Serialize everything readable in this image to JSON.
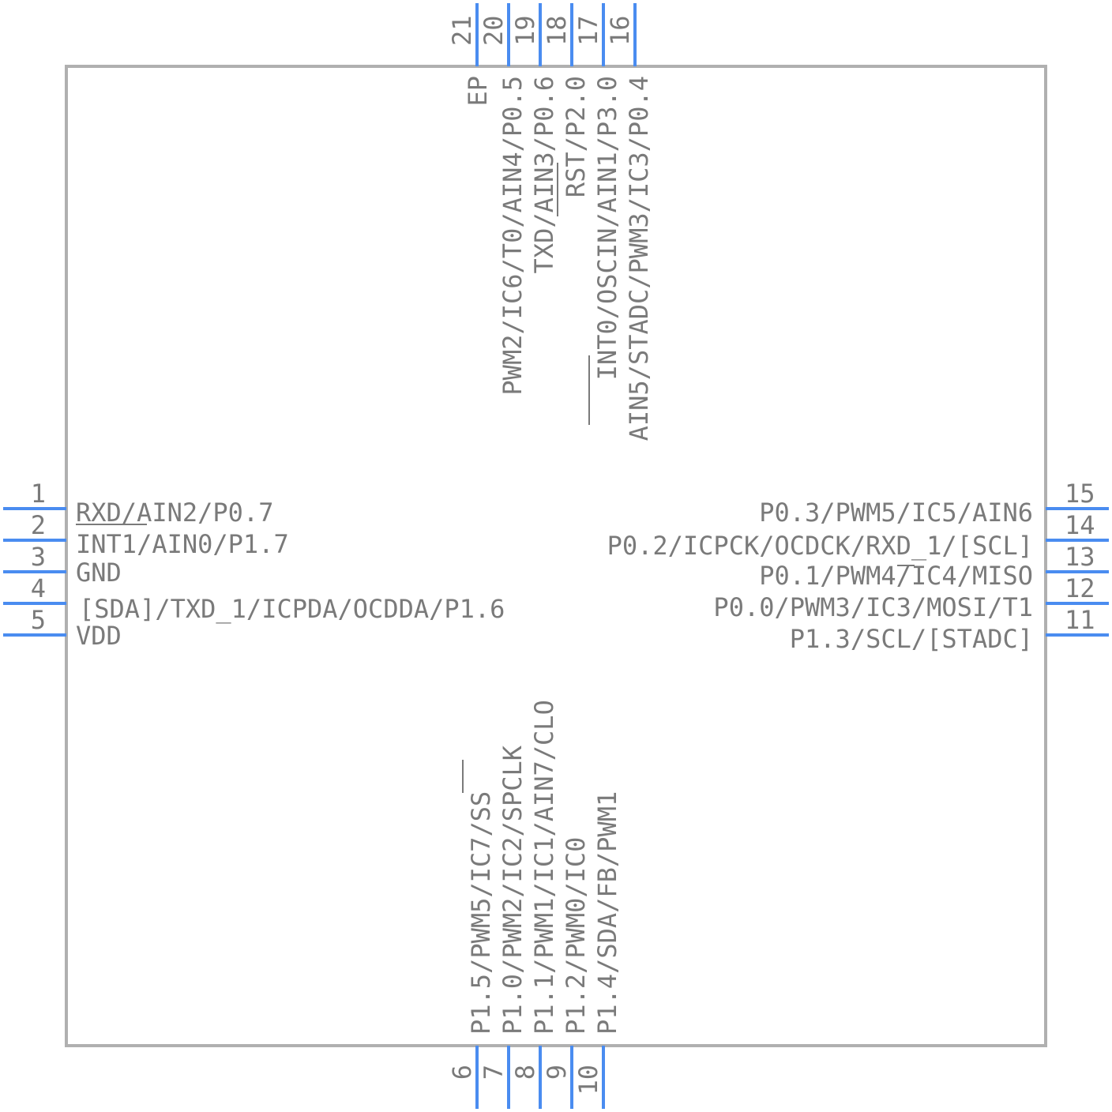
{
  "colors": {
    "pin": "#4a8cf0",
    "text": "#7a7a7a",
    "outline": "#b0b0b0"
  },
  "pins": {
    "left": [
      {
        "num": "1",
        "label": "RXD/AIN2/P0.7"
      },
      {
        "num": "2",
        "label": "INT1/AIN0/P1.7"
      },
      {
        "num": "3",
        "label": "GND"
      },
      {
        "num": "4",
        "label": "[SDA]/TXD_1/ICPDA/OCDDA/P1.6"
      },
      {
        "num": "5",
        "label": "VDD"
      }
    ],
    "right": [
      {
        "num": "15",
        "label": "P0.3/PWM5/IC5/AIN6"
      },
      {
        "num": "14",
        "label": "P0.2/ICPCK/OCDCK/RXD_1/[SCL]"
      },
      {
        "num": "13",
        "label": "P0.1/PWM4/IC4/MISO"
      },
      {
        "num": "12",
        "label": "P0.0/PWM3/IC3/MOSI/T1"
      },
      {
        "num": "11",
        "label": "P1.3/SCL/[STADC]"
      }
    ],
    "top": [
      {
        "num": "21",
        "label": "EP"
      },
      {
        "num": "20",
        "label": "PWM2/IC6/T0/AIN4/P0.5"
      },
      {
        "num": "19",
        "label": "TXD/AIN3/P0.6"
      },
      {
        "num": "18",
        "label": "RST/P2.0"
      },
      {
        "num": "17",
        "label": "INT0/OSCIN/AIN1/P3.0"
      },
      {
        "num": "16",
        "label": "AIN5/STADC/PWM3/IC3/P0.4"
      }
    ],
    "bottom": [
      {
        "num": "6",
        "label": "P1.5/PWM5/IC7/SS"
      },
      {
        "num": "7",
        "label": "P1.0/PWM2/IC2/SPCLK"
      },
      {
        "num": "8",
        "label": "P1.1/PWM1/IC1/AIN7/CLO"
      },
      {
        "num": "9",
        "label": "P1.2/PWM0/IC0"
      },
      {
        "num": "10",
        "label": "P1.4/SDA/FB/PWM1"
      }
    ]
  }
}
